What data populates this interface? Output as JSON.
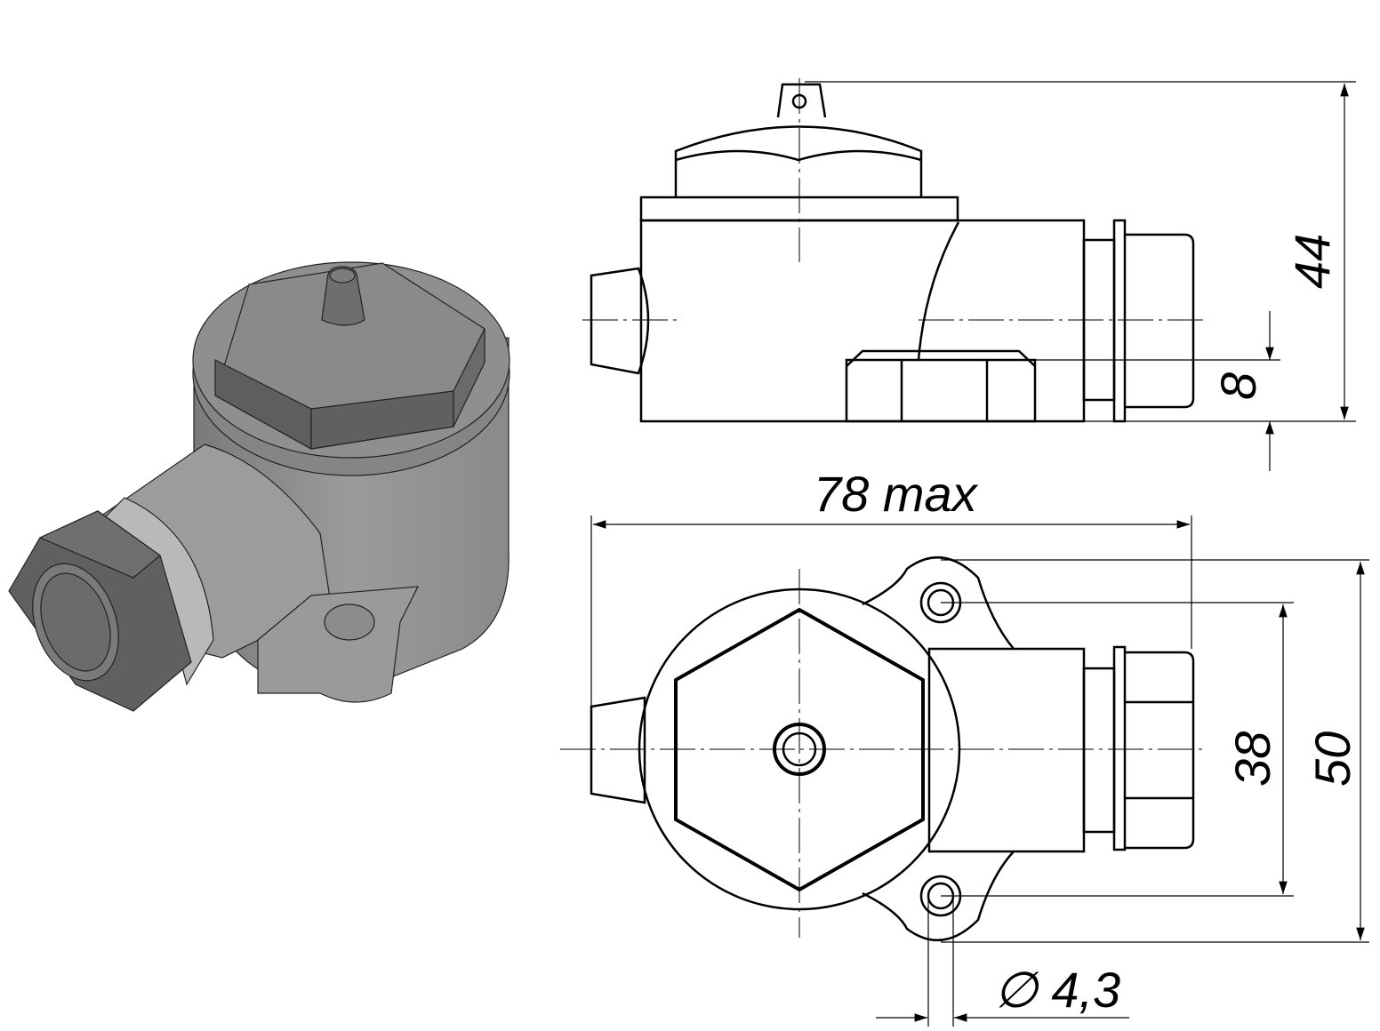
{
  "drawing": {
    "type": "technical-drawing",
    "views": [
      "isometric-render",
      "front-view",
      "top-view"
    ],
    "dimensions": {
      "overall_height": "44",
      "mount_offset": "8",
      "overall_length": "78 max",
      "hole_spacing": "38",
      "overall_width": "50",
      "hole_diameter": "∅ 4,3"
    },
    "colors": {
      "line": "#000000",
      "background": "#ffffff",
      "render_dark": "#5f5f5f",
      "render_mid": "#8a8a8a",
      "render_light": "#a8a8a8"
    }
  }
}
